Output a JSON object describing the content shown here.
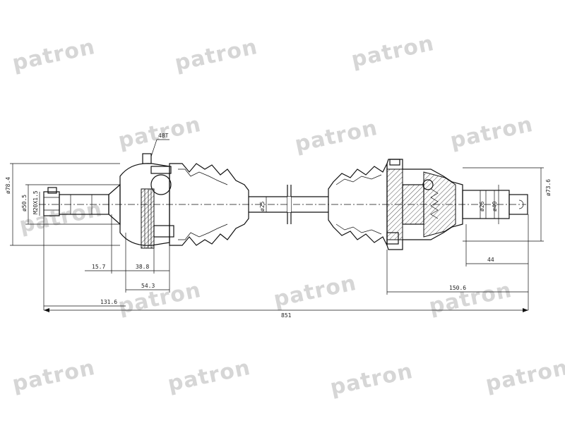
{
  "watermark": {
    "text": "patron"
  },
  "drawing": {
    "dimensions": {
      "d_outer_left": "ø78.4",
      "d_flange_left": "ø50.5",
      "thread": "M20X1.5",
      "abs_teeth": "48T",
      "d_shaft": "ø25",
      "d_right_26": "ø26",
      "d_right_40": "ø40",
      "d_outer_right": "ø73.6",
      "len_15_7": "15.7",
      "len_38_8": "38.8",
      "len_54_3": "54.3",
      "len_131_6": "131.6",
      "len_44": "44",
      "len_150_6": "150.6",
      "len_total": "851"
    }
  }
}
